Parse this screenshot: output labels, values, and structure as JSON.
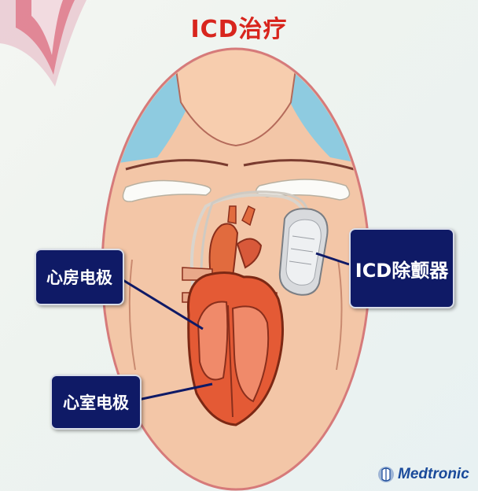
{
  "title": "ICD治疗",
  "labels": {
    "atrial_lead": "心房电极",
    "ventricular_lead": "心室电极",
    "icd_device": "ICD除颤器"
  },
  "logo": {
    "text": "Medtronic",
    "icon": "medtronic-logo-icon"
  },
  "colors": {
    "title": "#d8251d",
    "label_box": "#0f1a66",
    "skin": "#f6c8a6",
    "heart": "#e0603c"
  }
}
